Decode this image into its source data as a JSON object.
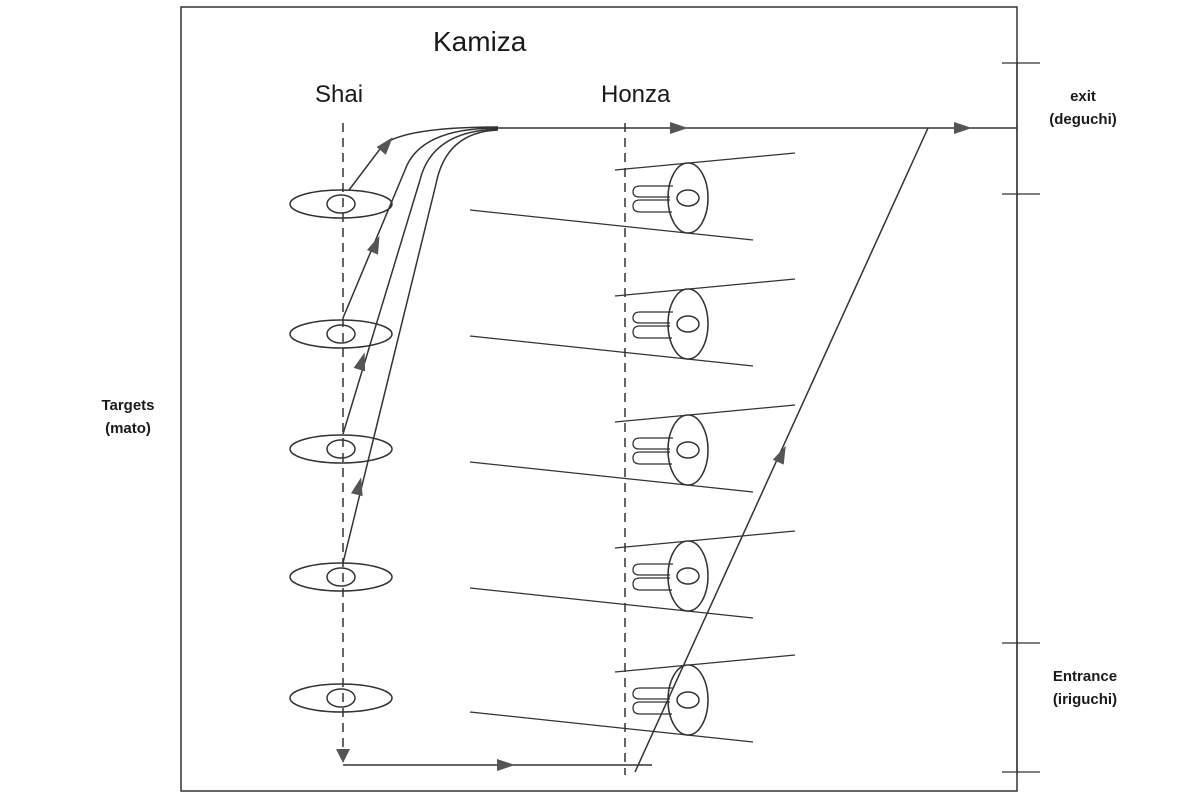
{
  "labels": {
    "kamiza": "Kamiza",
    "shai": "Shai",
    "honza": "Honza",
    "exit": "exit",
    "exit_jp": "(deguchi)",
    "entrance": "Entrance",
    "entrance_jp": "(iriguchi)",
    "targets": "Targets",
    "targets_jp": "(mato)"
  },
  "colors": {
    "line": "#333333",
    "arrowhead": "#555555"
  }
}
